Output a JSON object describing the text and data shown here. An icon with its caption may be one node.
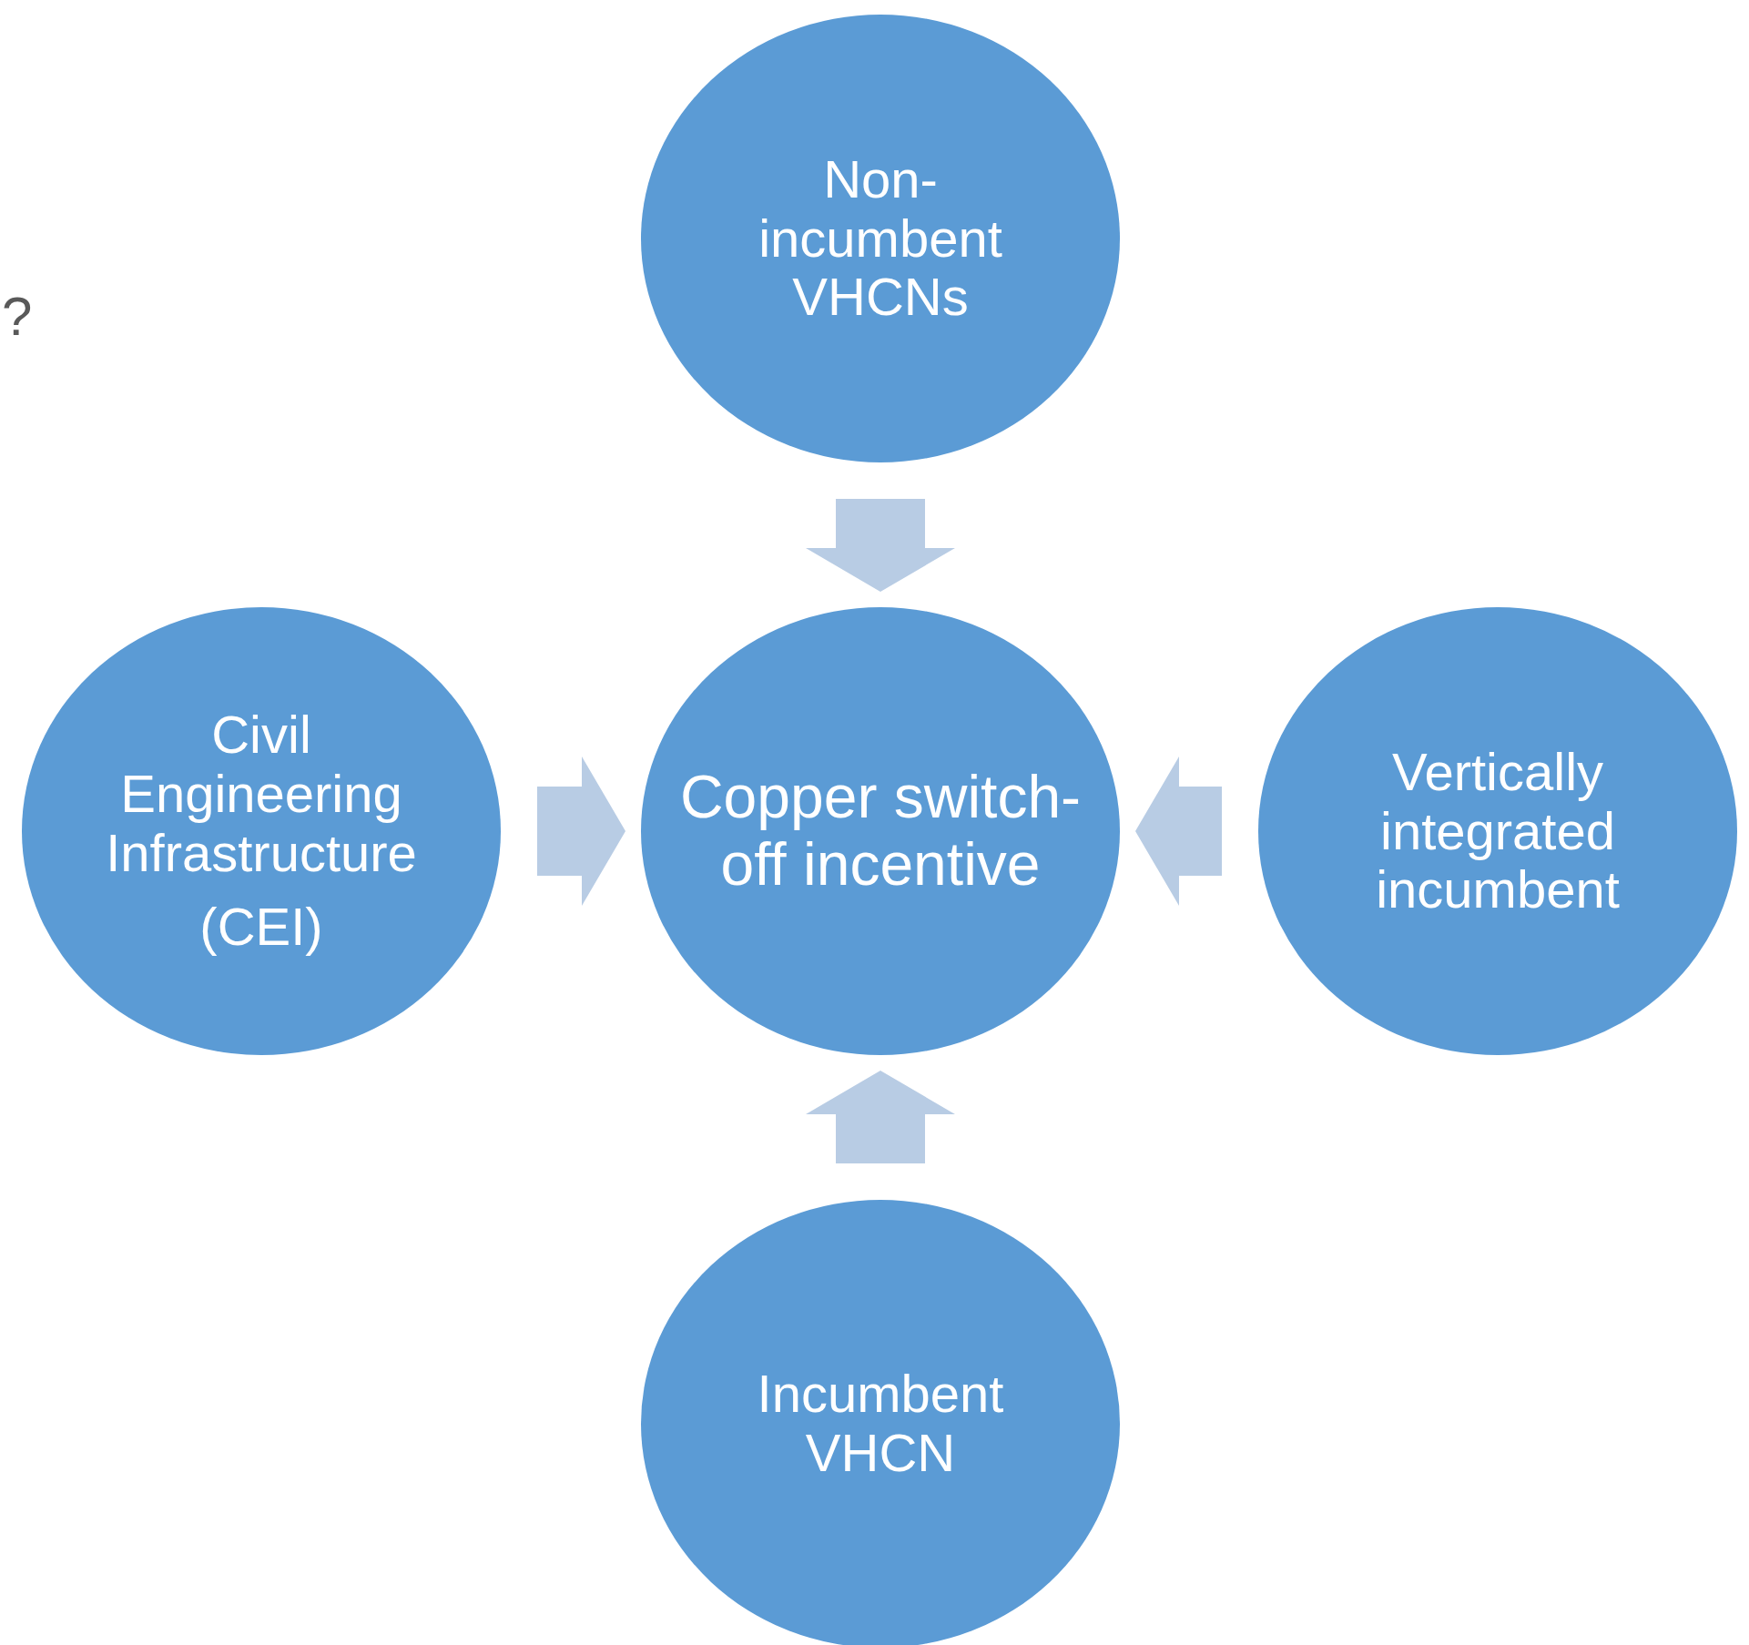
{
  "diagram": {
    "nodes": [
      {
        "text": [
          "Non-incumbent VHCNs"
        ]
      },
      {
        "text": [
          "Civil Engineering Infrastructure",
          "(CEI)"
        ]
      },
      {
        "text": [
          "Copper switch-off incentive"
        ]
      },
      {
        "text": [
          "Vertically integrated incumbent"
        ]
      },
      {
        "text": [
          "Incumbent VHCN"
        ]
      }
    ],
    "edges": [
      {
        "from": 0,
        "to": 2,
        "arrow": "to"
      },
      {
        "from": 1,
        "to": 2,
        "arrow": "to"
      },
      {
        "from": 3,
        "to": 2,
        "arrow": "to"
      },
      {
        "from": 4,
        "to": 2,
        "arrow": "to"
      }
    ],
    "labels": [
      "?"
    ]
  }
}
